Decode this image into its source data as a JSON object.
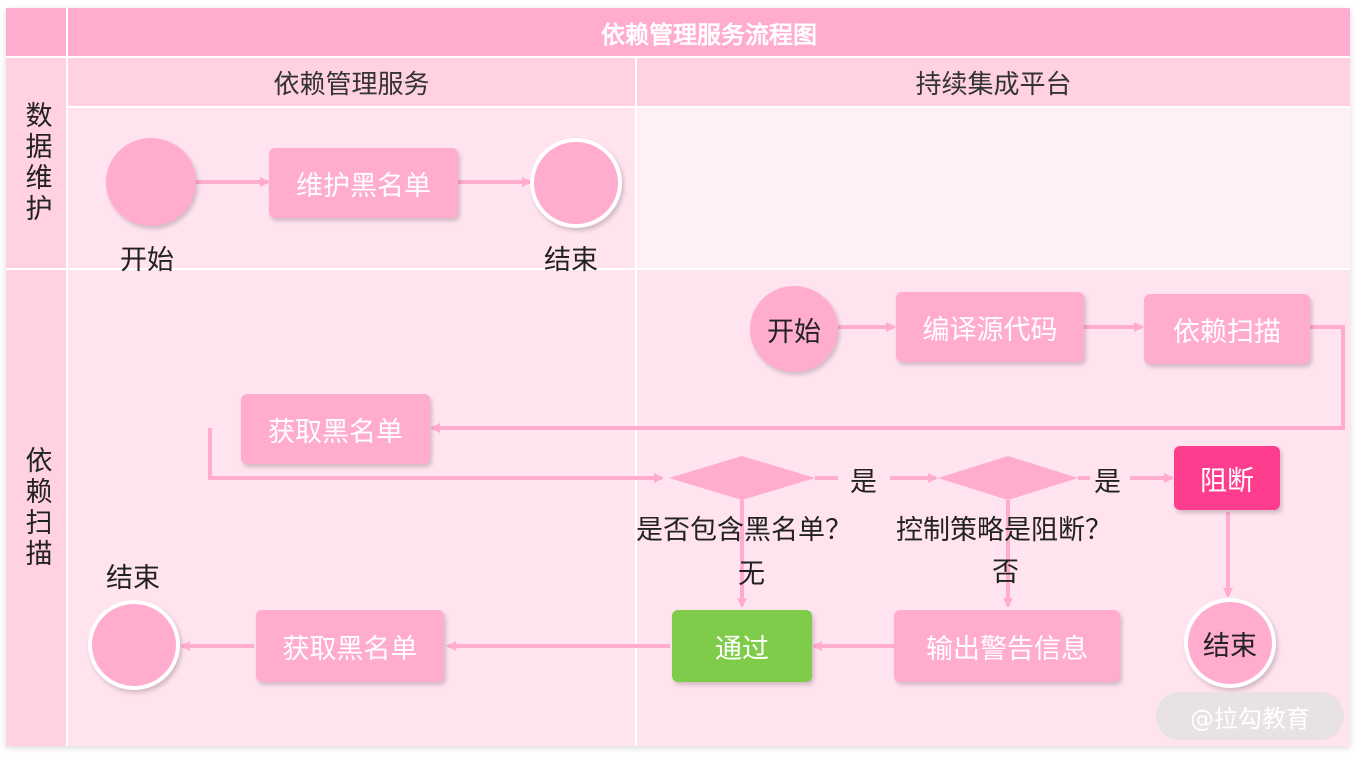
{
  "title": "依赖管理服务流程图",
  "columns": [
    "依赖管理服务",
    "持续集成平台"
  ],
  "rows": [
    "数据维护",
    "依赖扫描"
  ],
  "lane1": {
    "start_label": "开始",
    "task": "维护黑名单",
    "end_label": "结束"
  },
  "lane2": {
    "start": "开始",
    "compile": "编译源代码",
    "scan": "依赖扫描",
    "get_blacklist_top": "获取黑名单",
    "decision1": "是否包含黑名单？",
    "decision1_yes": "是",
    "decision1_no": "无",
    "decision2": "控制策略是阻断？",
    "decision2_yes": "是",
    "decision2_no": "否",
    "block": "阻断",
    "block_end": "结束",
    "warn": "输出警告信息",
    "pass": "通过",
    "get_blacklist_bottom": "获取黑名单",
    "end_label": "结束"
  },
  "watermark": "@拉勾教育",
  "colors": {
    "header": "#ffaccf",
    "node": "#ffaccf",
    "block": "#ff3d8f",
    "pass": "#7fcc4a",
    "arrow": "#ffaccf"
  }
}
